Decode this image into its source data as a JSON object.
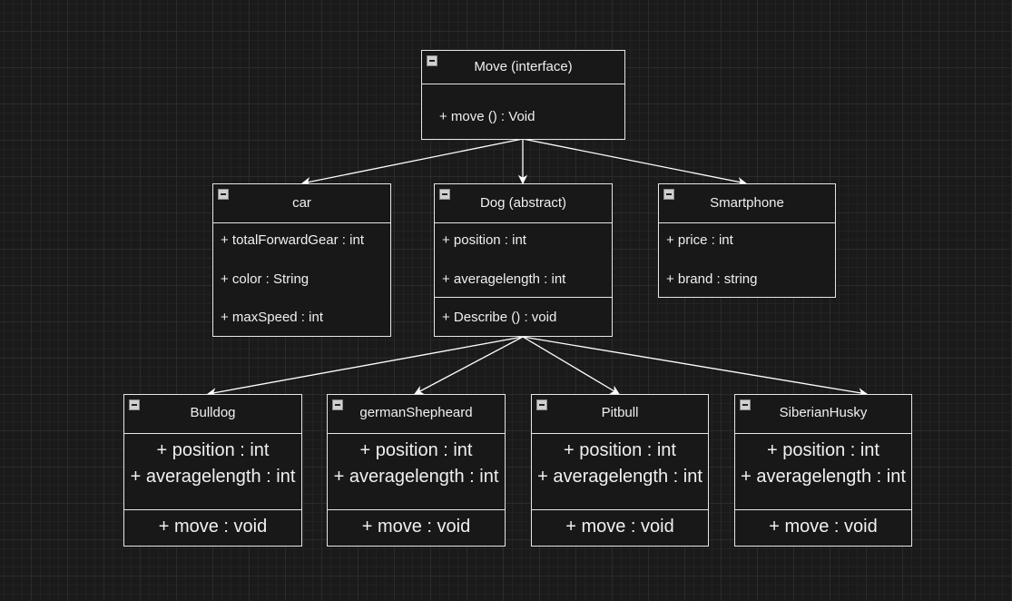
{
  "classes": {
    "move": {
      "title": "Move (interface)",
      "methods": [
        "+ move () : Void"
      ]
    },
    "car": {
      "title": "car",
      "attributes": [
        "+ totalForwardGear : int",
        "+ color : String",
        "+ maxSpeed : int"
      ]
    },
    "dog": {
      "title": "Dog (abstract)",
      "attributes": [
        "+ position : int",
        "+ averagelength : int"
      ],
      "methods": [
        "+ Describe () : void"
      ]
    },
    "smartphone": {
      "title": "Smartphone",
      "attributes": [
        "+ price : int",
        "+ brand : string"
      ]
    },
    "bulldog": {
      "title": "Bulldog",
      "attributes": [
        "+ position : int",
        "+ averagelength : int"
      ],
      "methods": [
        "+ move : void"
      ]
    },
    "germanshepheard": {
      "title": "germanShepheard",
      "attributes": [
        "+ position : int",
        "+ averagelength : int"
      ],
      "methods": [
        "+ move : void"
      ]
    },
    "pitbull": {
      "title": "Pitbull",
      "attributes": [
        "+ position : int",
        "+ averagelength : int"
      ],
      "methods": [
        "+ move : void"
      ]
    },
    "siberianhusky": {
      "title": "SiberianHusky",
      "attributes": [
        "+ position : int",
        "+ averagelength : int"
      ],
      "methods": [
        "+ move : void"
      ]
    }
  },
  "icons": {
    "collapse": "collapse-icon"
  },
  "colors": {
    "background": "#1a1a1a",
    "grid_major": "#2b2b2b",
    "grid_minor": "#222222",
    "stroke": "#e6e6e6",
    "text": "#f0f0f0"
  }
}
